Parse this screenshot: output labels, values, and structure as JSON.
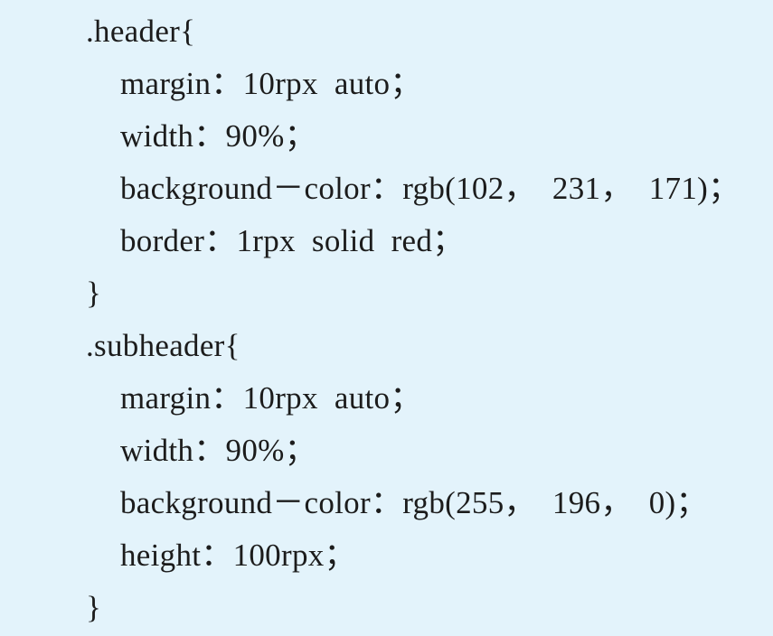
{
  "code": {
    "lines": [
      {
        "text": ".header{",
        "indent": 0
      },
      {
        "text": "margin：10rpx  auto；",
        "indent": 1
      },
      {
        "text": "width：90%；",
        "indent": 1
      },
      {
        "text": "background－color：rgb(102，  231，  171)；",
        "indent": 1
      },
      {
        "text": "border：1rpx  solid  red；",
        "indent": 1
      },
      {
        "text": "}",
        "indent": 0
      },
      {
        "text": ".subheader{",
        "indent": 0
      },
      {
        "text": "margin：10rpx  auto；",
        "indent": 1
      },
      {
        "text": "width：90%；",
        "indent": 1
      },
      {
        "text": "background－color：rgb(255，  196，  0)；",
        "indent": 1
      },
      {
        "text": "height：100rpx；",
        "indent": 1
      },
      {
        "text": "}",
        "indent": 0
      }
    ]
  },
  "colors": {
    "background": "#e3f3fb",
    "text": "#1c1c1c"
  }
}
